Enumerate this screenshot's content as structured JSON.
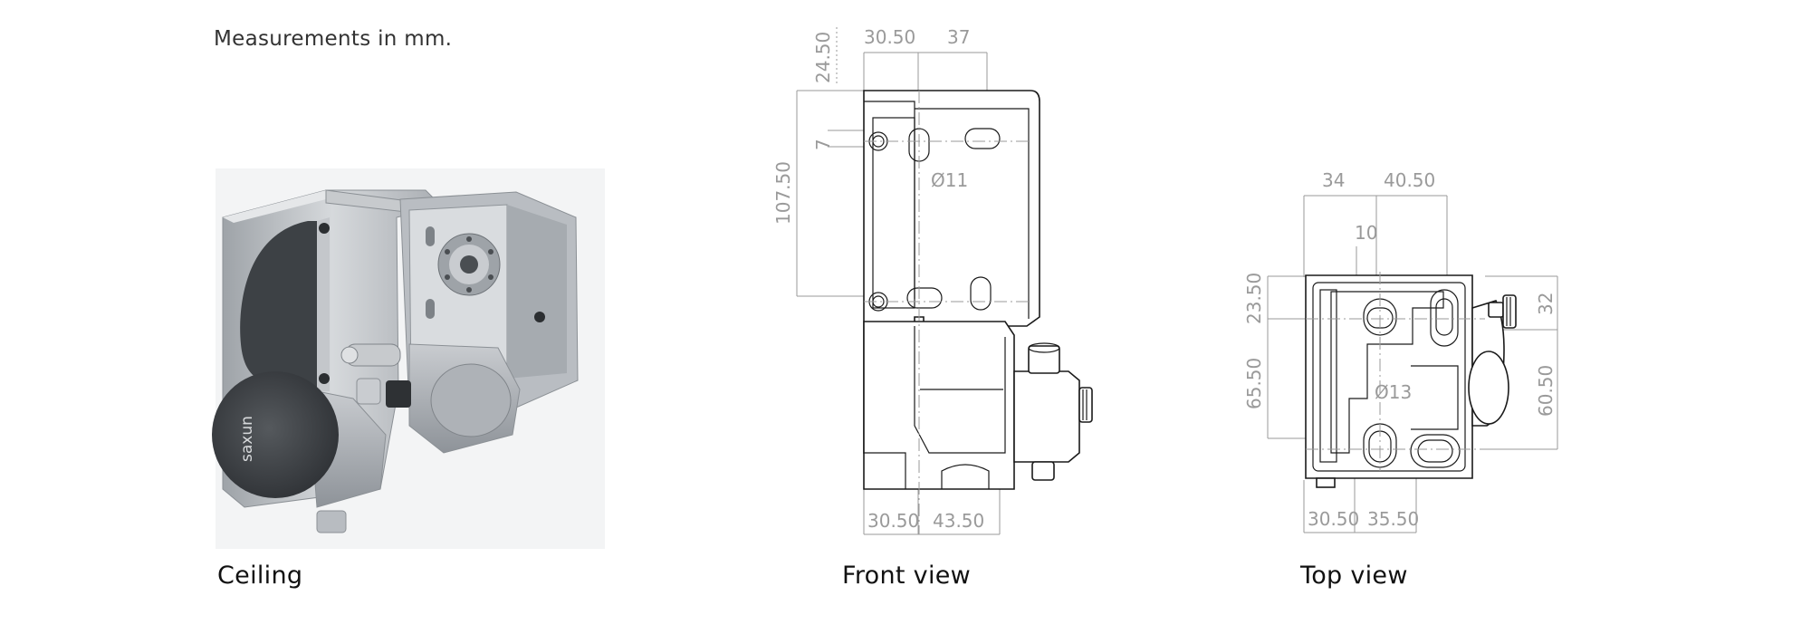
{
  "note": "Measurements in mm.",
  "panels": [
    {
      "caption": "Ceiling"
    },
    {
      "caption": "Front view"
    },
    {
      "caption": "Top view"
    }
  ],
  "photo": {
    "brand": "saxun"
  },
  "front_view": {
    "dims": {
      "top_left": "30.50",
      "top_right": "37",
      "vertical_top": "24.50",
      "vertical_left": "107.50",
      "small": "7",
      "hole": "Ø11",
      "bottom_left": "30.50",
      "bottom_right": "43.50"
    }
  },
  "top_view": {
    "dims": {
      "top_left": "34",
      "top_right": "40.50",
      "center": "10",
      "left_upper": "23.50",
      "left_lower": "65.50",
      "right_upper": "32",
      "right_lower": "60.50",
      "hole": "Ø13",
      "bottom_left": "30.50",
      "bottom_right": "35.50"
    }
  },
  "colors": {
    "housing": "#b8bcc1",
    "housing_dark": "#7f8489",
    "cap": "#3e4246",
    "dimension": "#9a9a9a",
    "outline": "#1a1a1a"
  }
}
